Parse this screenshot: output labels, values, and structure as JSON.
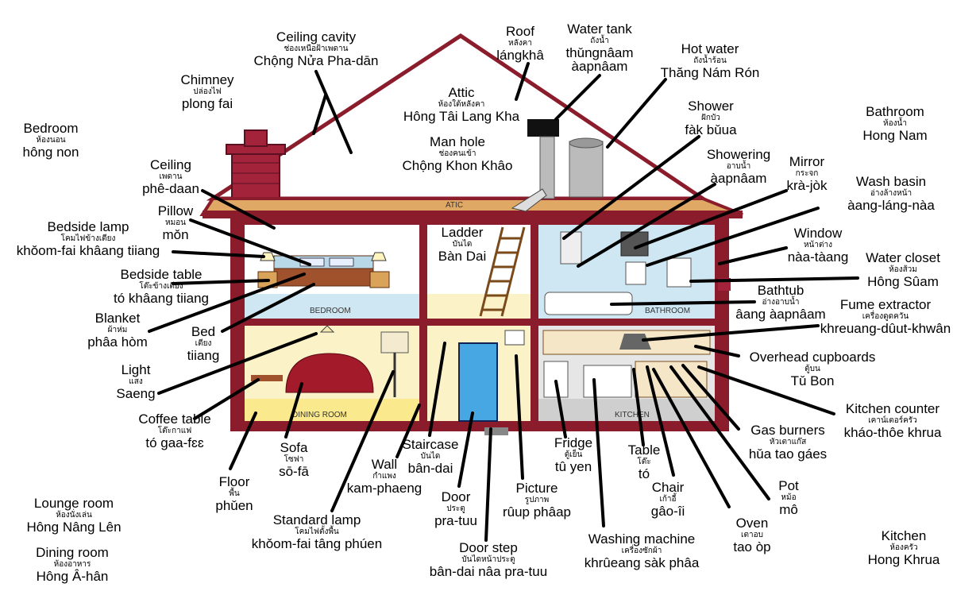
{
  "room_labels": {
    "atic": "ATIC",
    "bedroom": "BEDROOM",
    "bathroom": "BATHROOM",
    "dining_room": "DINING ROOM",
    "kitchen": "KITCHEN"
  },
  "labels": {
    "ceiling_cavity": {
      "en": "Ceiling cavity",
      "th": "ช่องเหนือฝ้าเพดาน",
      "tr": "Chộng Nửa Pha-dān"
    },
    "roof": {
      "en": "Roof",
      "th": "หลังคา",
      "tr": "lángkhâ"
    },
    "water_tank": {
      "en": "Water tank",
      "th": "ถังน้ำ",
      "tr": "thǔngnâam",
      "tr2": "àapnâam"
    },
    "hot_water": {
      "en": "Hot water",
      "th": "ถังน้ำร้อน",
      "tr": "Thăng Nám Rón"
    },
    "chimney": {
      "en": "Chimney",
      "th": "ปล่องไฟ",
      "tr": "plong fai"
    },
    "attic": {
      "en": "Attic",
      "th": "ห้องใต้หลังคา",
      "tr": "Hông Tâi Lang Kha"
    },
    "man_hole": {
      "en": "Man hole",
      "th": "ช่องคนเข้า",
      "tr": "Chộng Khon Khâo"
    },
    "shower": {
      "en": "Shower",
      "th": "ฝักบัว",
      "tr": "fàk bǔua"
    },
    "bathroom_corner": {
      "en": "Bathroom",
      "th": "ห้องน้ำ",
      "tr": "Hong Nam"
    },
    "bedroom_corner": {
      "en": "Bedroom",
      "th": "ห้องนอน",
      "tr": "hông non"
    },
    "showering": {
      "en": "Showering",
      "th": "อาบน้ำ",
      "tr": "àapnâam"
    },
    "mirror": {
      "en": "Mirror",
      "th": "กระจก",
      "tr": "krà-jòk"
    },
    "wash_basin": {
      "en": "Wash basin",
      "th": "อ่างล้างหน้า",
      "tr": "àang-láng-nàa"
    },
    "ceiling": {
      "en": "Ceiling",
      "th": "เพดาน",
      "tr": "phê-daan"
    },
    "pillow": {
      "en": "Pillow",
      "th": "หมอน",
      "tr": "mǒn"
    },
    "ladder": {
      "en": "Ladder",
      "th": "บันได",
      "tr": "Bàn Dai"
    },
    "window": {
      "en": "Window",
      "th": "หน้าต่าง",
      "tr": "nàa-tàang"
    },
    "bedside_lamp": {
      "en": "Bedside lamp",
      "th": "โคมไฟข้างเตียง",
      "tr": "khǒom-fai khâang tiiang"
    },
    "water_closet": {
      "en": "Water closet",
      "th": "ห้องส้วม",
      "tr": "Hông Sûam"
    },
    "bedside_table": {
      "en": "Bedside table",
      "th": "โต๊ะข้างเตียง",
      "tr": "tó khâang tiiang"
    },
    "bathtub": {
      "en": "Bathtub",
      "th": "อ่างอาบน้ำ",
      "tr": "âang àapnâam"
    },
    "fume_extractor": {
      "en": "Fume extractor",
      "th": "เครื่องดูดควัน",
      "tr": "khreuang-dûut-khwân"
    },
    "blanket": {
      "en": "Blanket",
      "th": "ผ้าห่ม",
      "tr": "phâa hòm"
    },
    "bed": {
      "en": "Bed",
      "th": "เตียง",
      "tr": "tiiang"
    },
    "overhead_cupboards": {
      "en": "Overhead cupboards",
      "th": "ตู้บน",
      "tr": "Tǔ Bon"
    },
    "light": {
      "en": "Light",
      "th": "แสง",
      "tr": "Saeng"
    },
    "kitchen_counter": {
      "en": "Kitchen counter",
      "th": "เคาน์เตอร์ครัว",
      "tr": "kháo-thôe khrua"
    },
    "coffee_table": {
      "en": "Coffee table",
      "th": "โต๊ะกาแฟ",
      "tr": "tó gaa-fɛɛ"
    },
    "gas_burners": {
      "en": "Gas burners",
      "th": "หัวเตาแก๊ส",
      "tr": "hǔa tao gáes"
    },
    "staircase": {
      "en": "Staircase",
      "th": "บันได",
      "tr": "bân-dai"
    },
    "fridge": {
      "en": "Fridge",
      "th": "ตู้เย็น",
      "tr": "tû yen"
    },
    "table": {
      "en": "Table",
      "th": "โต๊ะ",
      "tr": "tó"
    },
    "sofa": {
      "en": "Sofa",
      "th": "โซฟา",
      "tr": "sō-fā"
    },
    "wall": {
      "en": "Wall",
      "th": "กำแพง",
      "tr": "kam-phaeng"
    },
    "floor": {
      "en": "Floor",
      "th": "พื้น",
      "tr": "phǔen"
    },
    "chair": {
      "en": "Chair",
      "th": "เก้าอี้",
      "tr": "gâo-îi"
    },
    "pot": {
      "en": "Pot",
      "th": "หม้อ",
      "tr": "mô"
    },
    "door": {
      "en": "Door",
      "th": "ประตู",
      "tr": "pra-tuu"
    },
    "picture": {
      "en": "Picture",
      "th": "รูปภาพ",
      "tr": "rûup phâap"
    },
    "lounge_room": {
      "en": "Lounge room",
      "th": "ห้องนั่งเล่น",
      "tr": "Hông Nâng Lên"
    },
    "standard_lamp": {
      "en": "Standard lamp",
      "th": "โคมไฟตั้งพื้น",
      "tr": "khǒom-fai tâng phúen"
    },
    "oven": {
      "en": "Oven",
      "th": "เตาอบ",
      "tr": "tao òp"
    },
    "dining_room_corner": {
      "en": "Dining room",
      "th": "ห้องอาหาร",
      "tr": "Hông Â-hân"
    },
    "washing_machine": {
      "en": "Washing machine",
      "th": "เครื่องซักผ้า",
      "tr": "khrûeang sàk phâa"
    },
    "kitchen_corner": {
      "en": "Kitchen",
      "th": "ห้องครัว",
      "tr": "Hong Khrua"
    },
    "door_step": {
      "en": "Door step",
      "th": "บันไดหน้าประตู",
      "tr": "bân-dai nâa pra-tuu"
    }
  },
  "colors": {
    "wall": "#8a1c2c",
    "floor": "#c9964a",
    "room_blue": "#cfe7f2",
    "room_cream": "#fcf2c8",
    "roof_line": "#8a1c2c"
  }
}
